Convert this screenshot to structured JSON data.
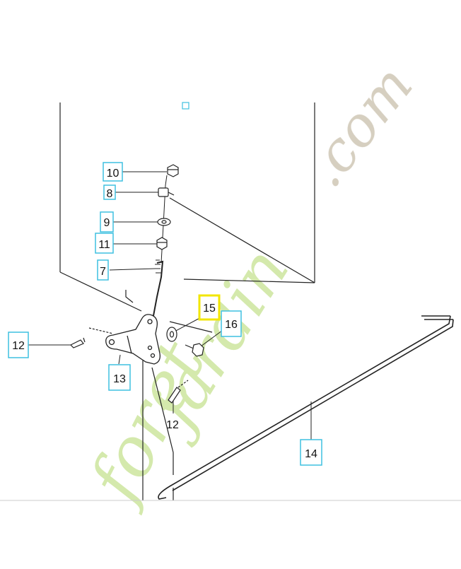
{
  "watermark": {
    "part1": "foret",
    "part2": "jardin",
    "part3": ".com",
    "colors": {
      "green": "#cfe6a4",
      "orange": "#f7c78a",
      "grey": "#cfc8b8"
    }
  },
  "callouts": [
    {
      "id": "callout-10",
      "label": "10"
    },
    {
      "id": "callout-8",
      "label": "8"
    },
    {
      "id": "callout-9",
      "label": "9"
    },
    {
      "id": "callout-11",
      "label": "11"
    },
    {
      "id": "callout-7",
      "label": "7"
    },
    {
      "id": "callout-15",
      "label": "15",
      "highlight": true
    },
    {
      "id": "callout-16",
      "label": "16"
    },
    {
      "id": "callout-12-left",
      "label": "12"
    },
    {
      "id": "callout-13",
      "label": "13"
    },
    {
      "id": "callout-12-bottom",
      "label": "12"
    },
    {
      "id": "callout-14",
      "label": "14"
    }
  ],
  "colors": {
    "box": "#3fc0e0",
    "highlight_box": "#f2e600",
    "line": "#222222"
  }
}
